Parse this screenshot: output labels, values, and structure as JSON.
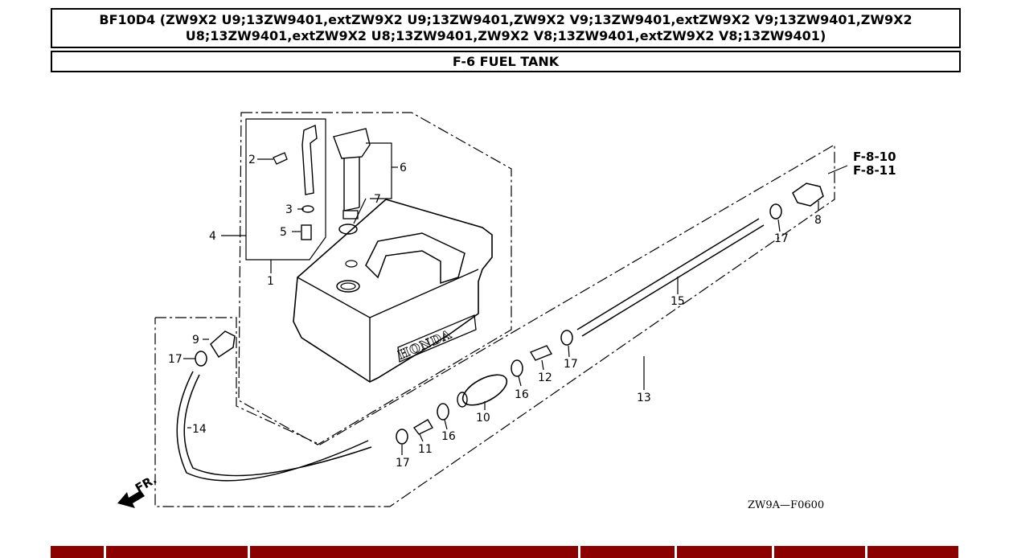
{
  "header": {
    "model_line1": "BF10D4 (ZW9X2 U9;13ZW9401,extZW9X2 U9;13ZW9401,ZW9X2 V9;13ZW9401,extZW9X2 V9;13ZW9401,ZW9X2",
    "model_line2": "U8;13ZW9401,extZW9X2 U8;13ZW9401,ZW9X2 V8;13ZW9401,extZW9X2 V8;13ZW9401)",
    "section_title": "F-6 FUEL TANK"
  },
  "diagram": {
    "diagram_code": "ZW9A—F0600",
    "front_label": "FR.",
    "references": [
      "F-8-10",
      "F-8-11"
    ],
    "parts": {
      "p1": "1",
      "p2": "2",
      "p3": "3",
      "p4": "4",
      "p5": "5",
      "p6": "6",
      "p7": "7",
      "p8": "8",
      "p9": "9",
      "p10": "10",
      "p11": "11",
      "p12": "12",
      "p13": "13",
      "p14": "14",
      "p15": "15",
      "p16a": "16",
      "p16b": "16",
      "p17a": "17",
      "p17b": "17",
      "p17c": "17",
      "p17d": "17"
    },
    "tank_logo": "HONDA"
  },
  "colors": {
    "ink": "#000000",
    "footer": "#8b0000"
  }
}
